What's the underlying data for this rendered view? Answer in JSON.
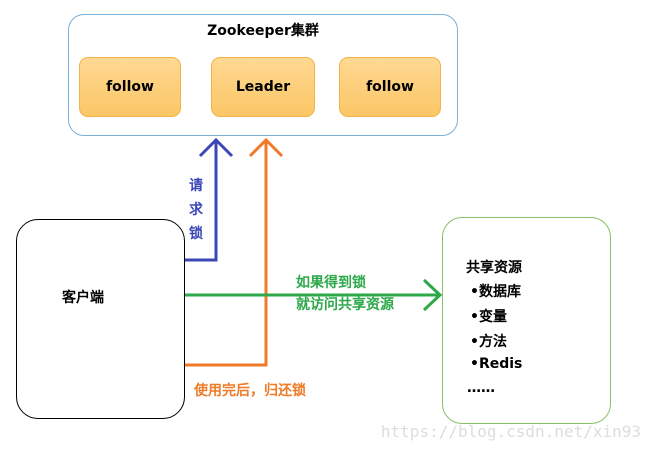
{
  "cluster": {
    "title": "Zookeeper集群",
    "nodes": [
      "follow",
      "Leader",
      "follow"
    ]
  },
  "client": {
    "label": "客户端"
  },
  "arrows": {
    "request_lock": [
      "请",
      "求",
      "锁"
    ],
    "access": [
      "如果得到锁",
      "就访问共享资源"
    ],
    "release": "使用完后，归还锁"
  },
  "shared_resource": {
    "title": "共享资源",
    "items": [
      "•数据库",
      "•变量",
      "•方法",
      "•Redis"
    ],
    "more": "……"
  },
  "watermark": "https://blog.csdn.net/xin93",
  "colors": {
    "request": "#3c46b7",
    "access": "#2da84a",
    "release": "#ef7a28"
  }
}
